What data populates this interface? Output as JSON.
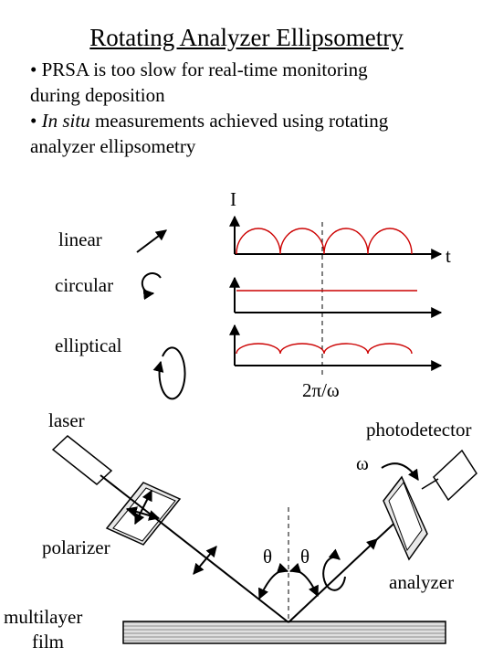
{
  "title": "Rotating Analyzer Ellipsometry",
  "bullets": [
    {
      "line1": "• PRSA is too slow for real-time monitoring",
      "line2": "during deposition"
    },
    {
      "prefix": "• ",
      "italic": "In situ",
      "rest": " measurements achieved using rotating",
      "line2": "analyzer ellipsometry"
    }
  ],
  "signal_plot": {
    "y_axis_label": "I",
    "x_axis_label": "t",
    "period_label": "2π/ω",
    "rows": [
      {
        "label": "linear",
        "signal": "full-modulation"
      },
      {
        "label": "circular",
        "signal": "constant"
      },
      {
        "label": "elliptical",
        "signal": "partial-modulation"
      }
    ],
    "trace_color": "#cc0000"
  },
  "setup": {
    "laser_label": "laser",
    "photodetector_label": "photodetector",
    "rotation_label": "ω",
    "polarizer_label": "polarizer",
    "angle_left_label": "θ",
    "angle_right_label": "θ",
    "analyzer_label": "analyzer",
    "film_label_line1": "multilayer",
    "film_label_line2": "film"
  }
}
